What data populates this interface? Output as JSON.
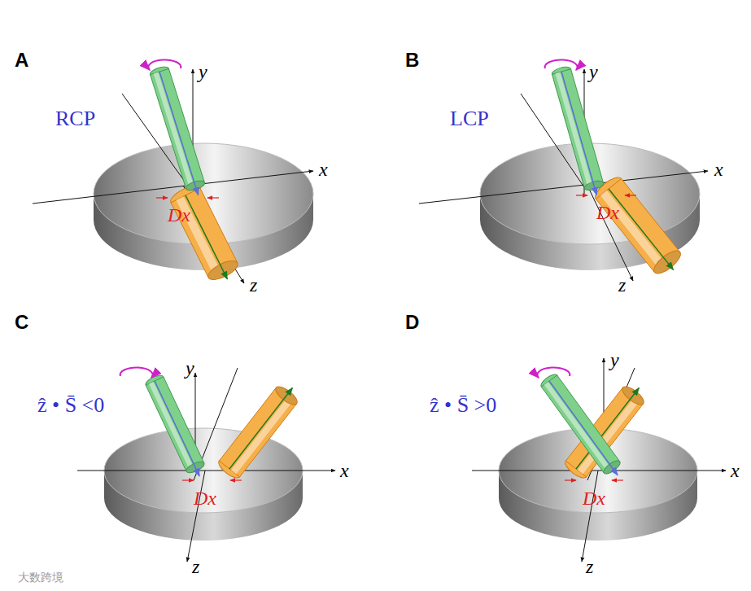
{
  "diagram": {
    "labels": [
      "A",
      "RCP",
      "y",
      "x",
      "z",
      "Dx",
      "B",
      "LCP",
      "y",
      "x",
      "z",
      "Dx",
      "C",
      "ẑ • S̄ <0",
      "y",
      "x",
      "z",
      "Dx",
      "D",
      "ẑ • S̄ >0",
      "y",
      "x",
      "z",
      "Dx",
      "大数跨境"
    ]
  }
}
